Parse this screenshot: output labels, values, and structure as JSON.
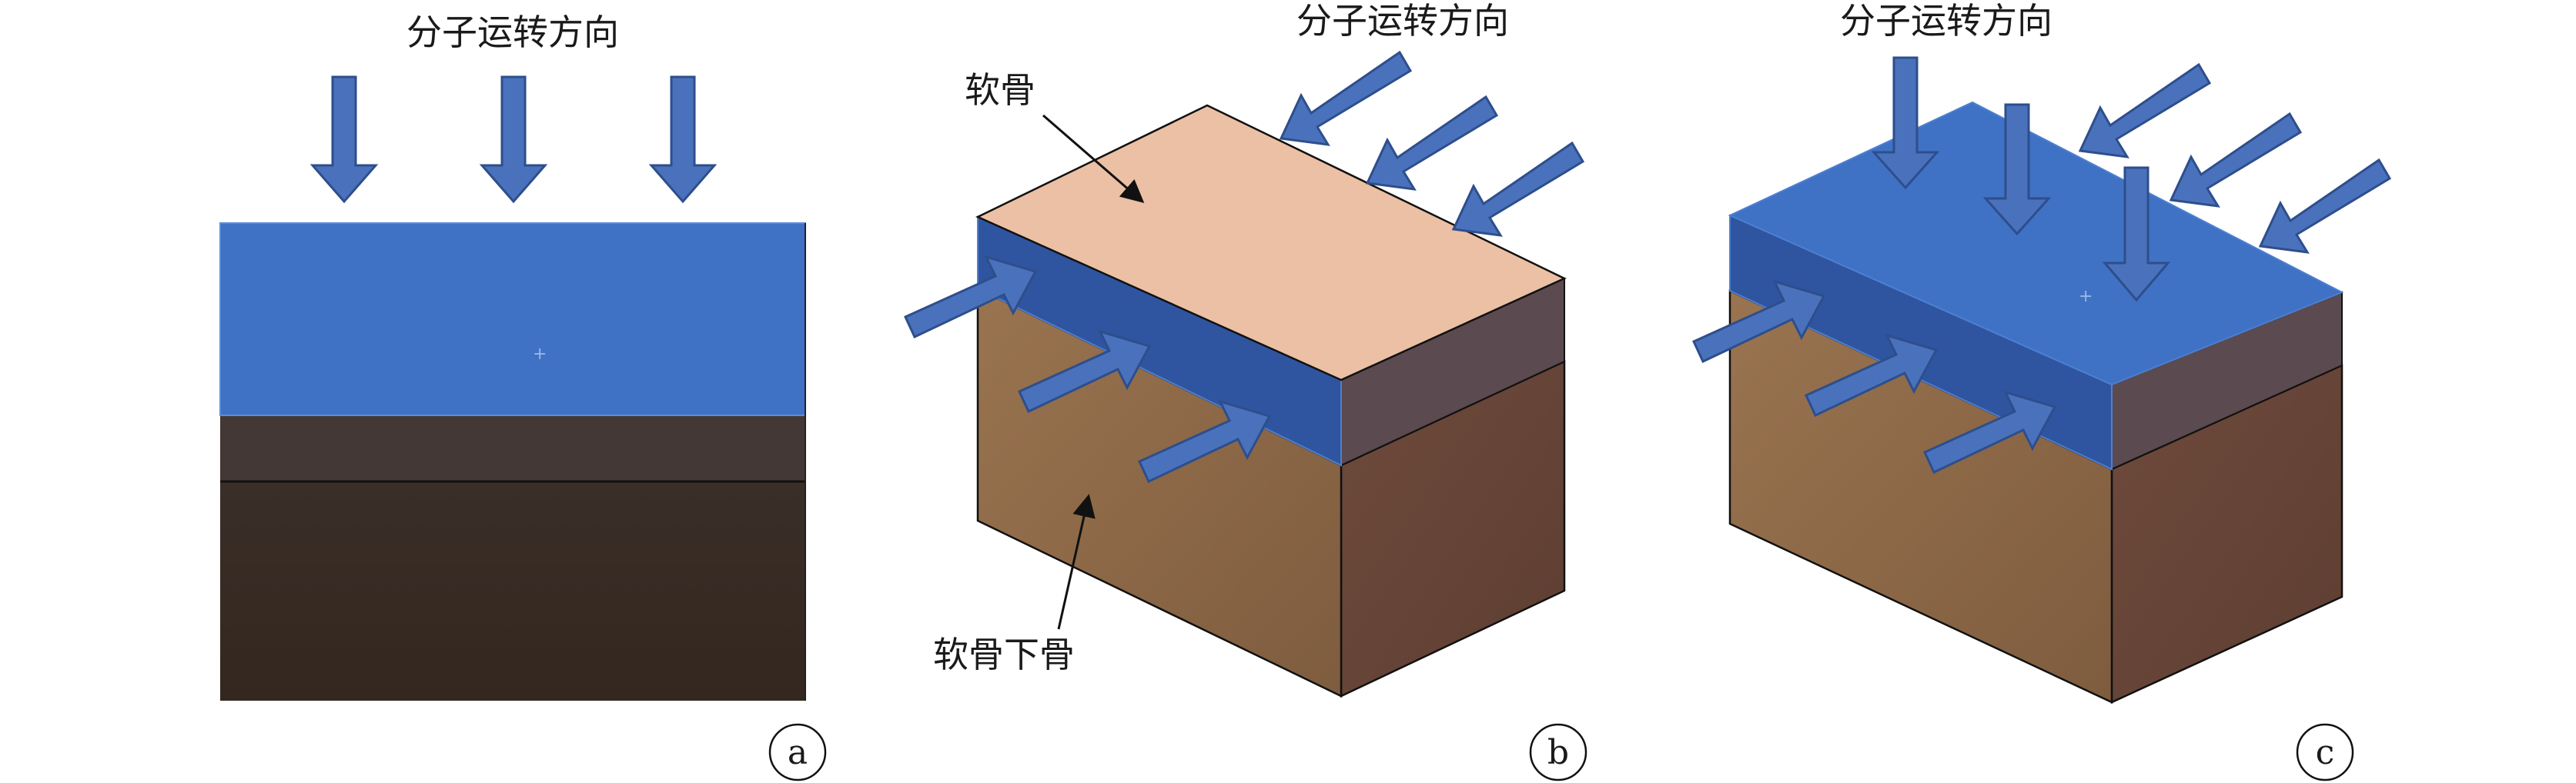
{
  "panels": [
    {
      "id": "a",
      "label": "a",
      "top_label": "分子运转方向"
    },
    {
      "id": "b",
      "label": "b",
      "top_label": "分子运转方向",
      "cartilage_label": "软骨",
      "subchondral_label": "软骨下骨"
    },
    {
      "id": "c",
      "label": "c",
      "top_label": "分子运转方向"
    }
  ],
  "colors": {
    "blue_layer": "#3F72C4",
    "blue_side": "#2F55A0",
    "arrow_fill": "#4A72BC",
    "arrow_stroke": "#2E4E8C",
    "cartilage_top": "#EBC0A4",
    "dark_top_band": "#433836",
    "dark_bottom": "#382C25",
    "wood_front": "#8B6745",
    "wood_side": "#6A4738",
    "mauve_band": "#5B4A50"
  }
}
